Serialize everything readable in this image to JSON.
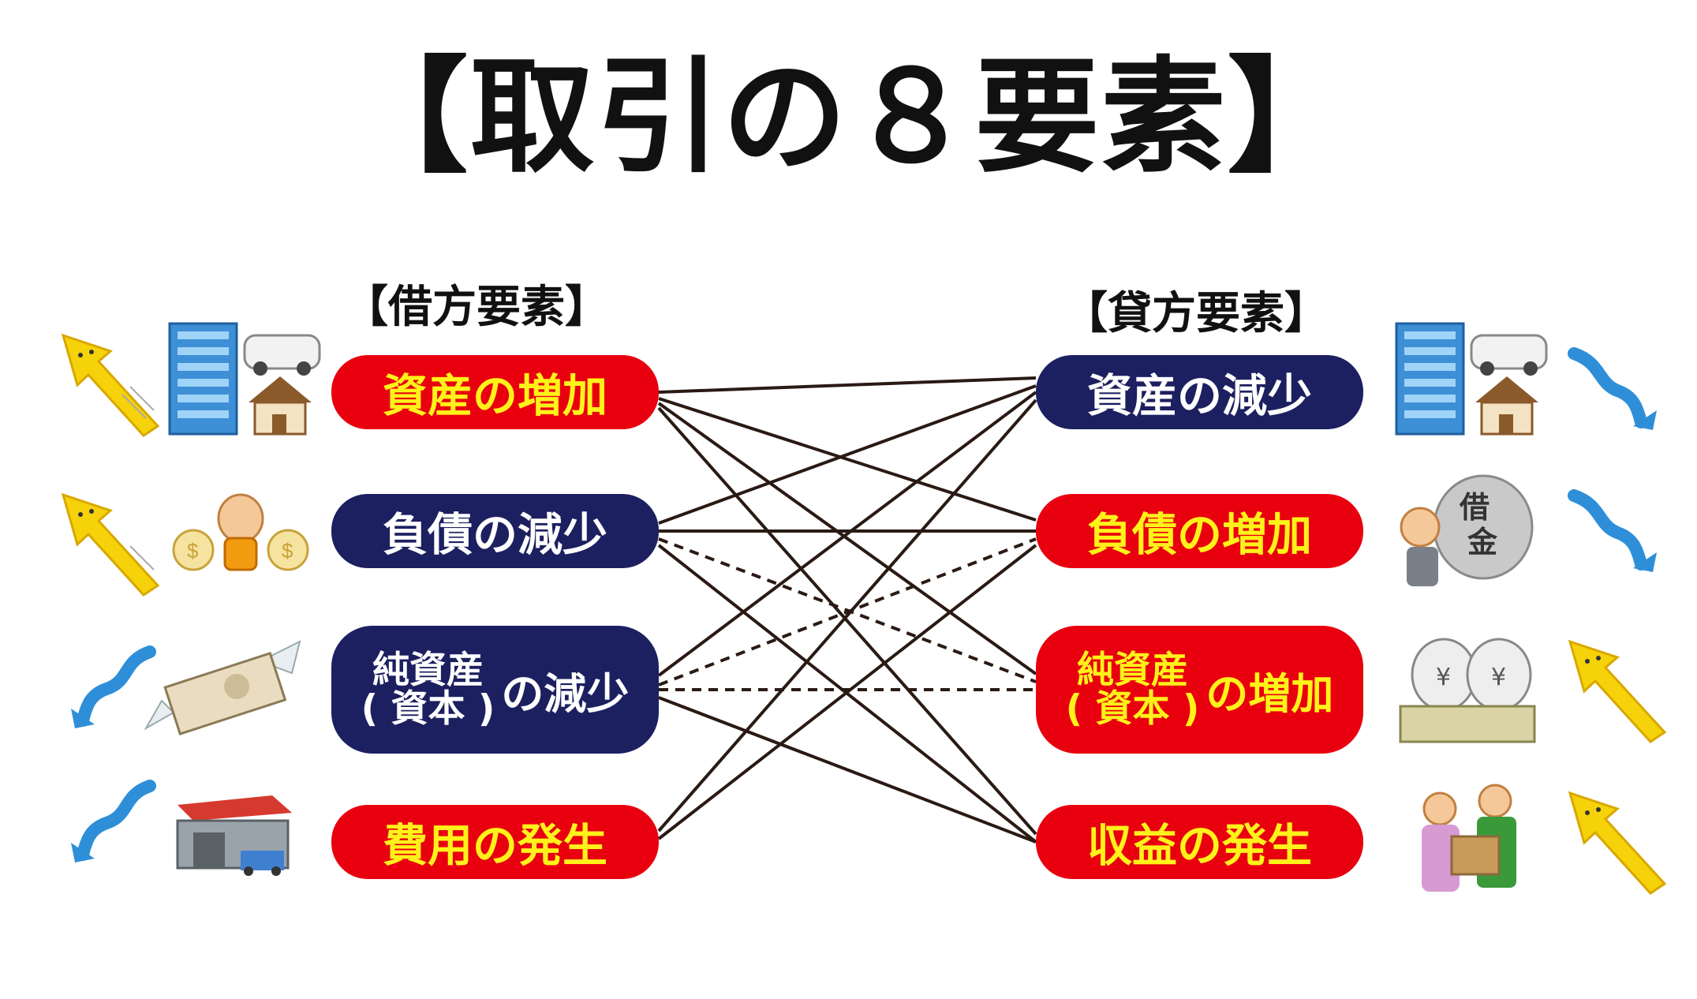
{
  "title": "【取引の８要素】",
  "debit": {
    "header": "【借方要素】",
    "items": [
      {
        "label": "資産の増加",
        "color": "#e8000f"
      },
      {
        "label": "負債の減少",
        "color": "#1c2060"
      },
      {
        "line1": "純資産",
        "line2": "( 資本 )",
        "suffix": "の減少",
        "color": "#1c2060"
      },
      {
        "label": "費用の発生",
        "color": "#e8000f"
      }
    ]
  },
  "credit": {
    "header": "【貸方要素】",
    "items": [
      {
        "label": "資産の減少",
        "color": "#1c2060"
      },
      {
        "label": "負債の増加",
        "color": "#e8000f"
      },
      {
        "line1": "純資産",
        "line2": "( 資本 )",
        "suffix": "の増加",
        "color": "#e8000f"
      },
      {
        "label": "収益の発生",
        "color": "#e8000f"
      }
    ]
  },
  "connections": [
    {
      "from": 1,
      "to": 1,
      "style": "solid"
    },
    {
      "from": 1,
      "to": 2,
      "style": "solid"
    },
    {
      "from": 1,
      "to": 3,
      "style": "solid"
    },
    {
      "from": 1,
      "to": 4,
      "style": "solid"
    },
    {
      "from": 2,
      "to": 1,
      "style": "solid"
    },
    {
      "from": 2,
      "to": 2,
      "style": "solid"
    },
    {
      "from": 2,
      "to": 3,
      "style": "dashed"
    },
    {
      "from": 2,
      "to": 4,
      "style": "solid"
    },
    {
      "from": 3,
      "to": 1,
      "style": "solid"
    },
    {
      "from": 3,
      "to": 2,
      "style": "dashed"
    },
    {
      "from": 3,
      "to": 3,
      "style": "dashed"
    },
    {
      "from": 3,
      "to": 4,
      "style": "solid"
    },
    {
      "from": 4,
      "to": 1,
      "style": "solid"
    },
    {
      "from": 4,
      "to": 2,
      "style": "solid"
    }
  ],
  "illustrations": {
    "left": [
      "up-arrow-icon",
      "building-car-house-icon",
      "up-arrow-icon",
      "rich-man-icon",
      "down-arrow-icon",
      "flying-money-icon",
      "down-arrow-icon",
      "warehouse-icon"
    ],
    "right": [
      "building-car-house-icon",
      "down-arrow-icon",
      "debt-boulder-icon",
      "down-arrow-icon",
      "money-bags-icon",
      "up-arrow-icon",
      "delivery-icon",
      "up-arrow-icon"
    ],
    "debt_text": "借金"
  },
  "colors": {
    "red": "#e8000f",
    "navy": "#1c2060",
    "yellow_text": "#fff21a"
  }
}
